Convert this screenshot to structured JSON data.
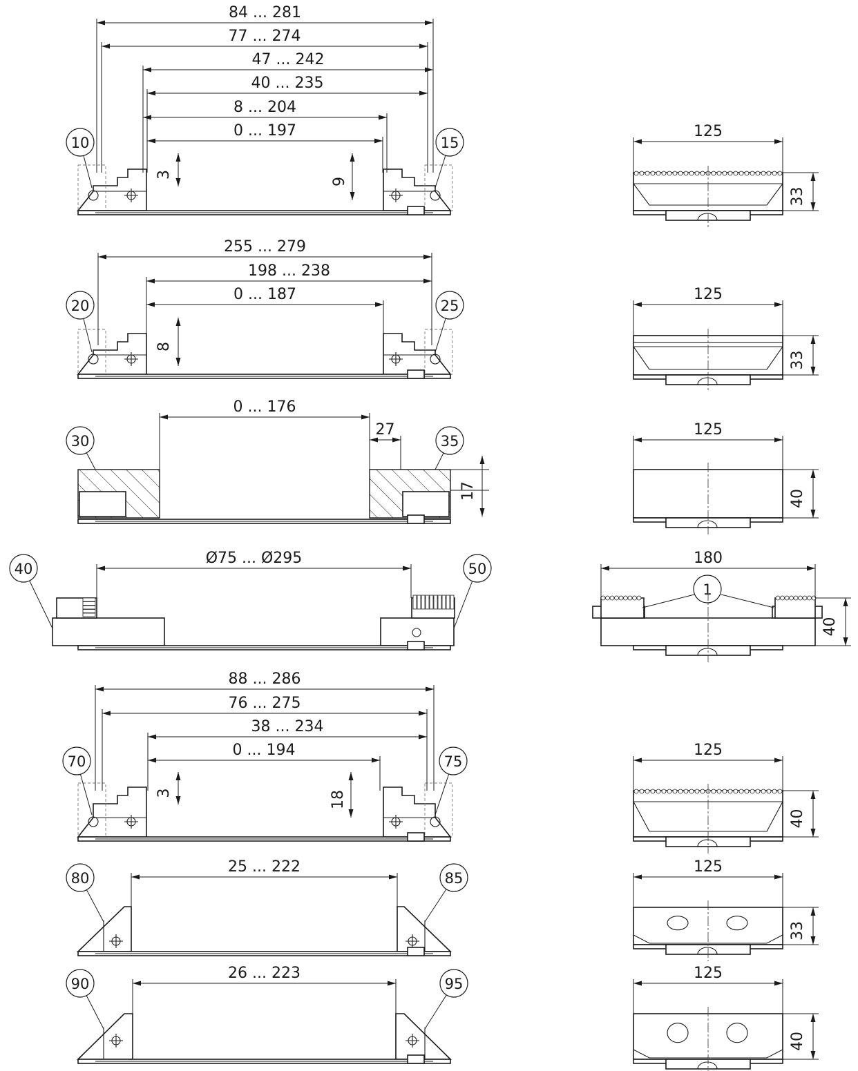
{
  "front_views": [
    {
      "id": "row1",
      "callouts": [
        "10",
        "15"
      ],
      "dims": [
        "84 ... 281",
        "77 ... 274",
        "47 ... 242",
        "40 ... 235",
        "8 ... 204",
        "0 ... 197"
      ],
      "steps": [
        "3",
        "9"
      ]
    },
    {
      "id": "row2",
      "callouts": [
        "20",
        "25"
      ],
      "dims": [
        "255 ... 279",
        "198 ... 238",
        "0 ... 187"
      ],
      "steps": [
        "8"
      ]
    },
    {
      "id": "row3",
      "callouts": [
        "30",
        "35"
      ],
      "dims": [
        "0 ... 176"
      ],
      "aux": [
        "27",
        "17"
      ]
    },
    {
      "id": "row4",
      "callouts": [
        "40",
        "50"
      ],
      "dims": [
        "Ø75 ... Ø295"
      ]
    },
    {
      "id": "row5",
      "callouts": [
        "70",
        "75"
      ],
      "dims": [
        "88 ... 286",
        "76 ... 275",
        "38 ... 234",
        "0 ... 194"
      ],
      "steps": [
        "3",
        "18"
      ]
    },
    {
      "id": "row6",
      "callouts": [
        "80",
        "85"
      ],
      "dims": [
        "25 ... 222"
      ]
    },
    {
      "id": "row7",
      "callouts": [
        "90",
        "95"
      ],
      "dims": [
        "26 ... 223"
      ]
    }
  ],
  "side_views": [
    {
      "width": "125",
      "height": "33",
      "style": "serrated"
    },
    {
      "width": "125",
      "height": "33",
      "style": "stepped"
    },
    {
      "width": "125",
      "height": "40",
      "style": "plain"
    },
    {
      "width": "180",
      "height": "40",
      "style": "round",
      "callout": "1"
    },
    {
      "width": "125",
      "height": "40",
      "style": "serrated"
    },
    {
      "width": "125",
      "height": "33",
      "style": "holes"
    },
    {
      "width": "125",
      "height": "40",
      "style": "holes"
    }
  ]
}
